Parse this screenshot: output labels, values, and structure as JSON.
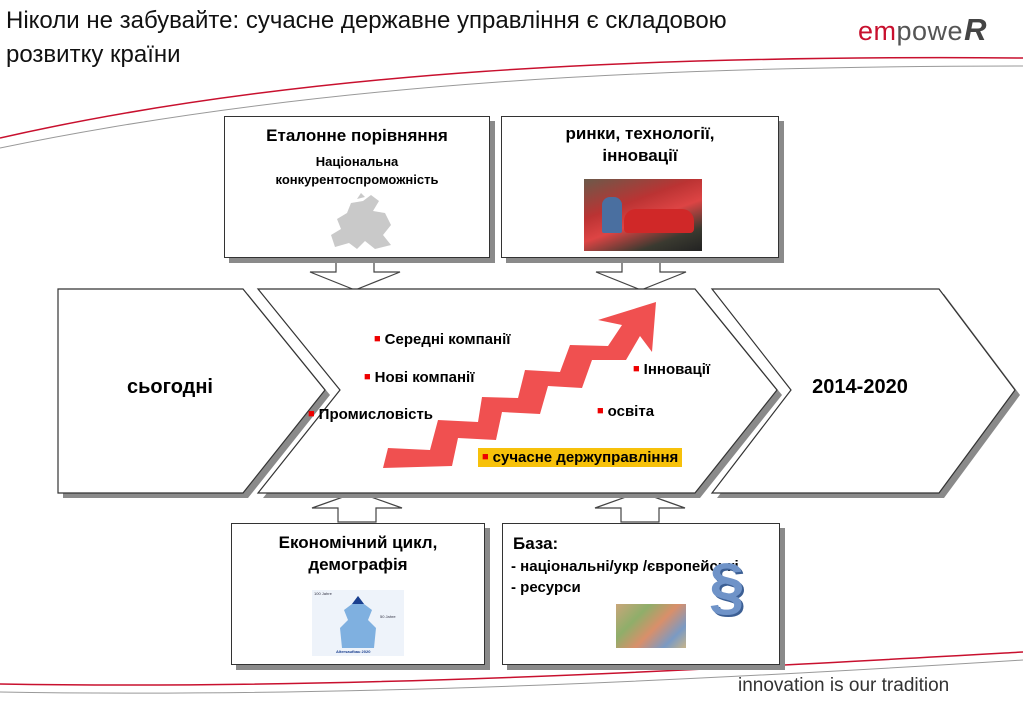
{
  "title": "Ніколи не забувайте: сучасне державне управління є складовою розвитку країни",
  "logo": {
    "em": "em",
    "power": "powe",
    "mark": "R"
  },
  "top_left": {
    "heading": "Еталонне порівняння",
    "sub": "Національна конкурентоспроможність",
    "icon": "europe-map-icon"
  },
  "top_right": {
    "heading": "ринки, технології, інновації",
    "icon": "car-factory-photo"
  },
  "left_arrow": {
    "label": "сьогодні"
  },
  "right_arrow": {
    "label": "2014-2020"
  },
  "center_items": [
    {
      "text": "Середні компанії"
    },
    {
      "text": "Нові компанії"
    },
    {
      "text": "Промисловість"
    },
    {
      "text": "Інновації"
    },
    {
      "text": "освіта"
    },
    {
      "text": "сучасне держуправління"
    }
  ],
  "bottom_left": {
    "heading": "Економічний цикл, демографія",
    "icon": "population-pyramid-icon",
    "pyramid_labels": [
      "100 Jahre",
      "50 Jahre",
      "Altersaufbau 2020"
    ]
  },
  "bottom_right": {
    "heading": "База:",
    "lines": [
      "- національні/укр /європейські",
      "- ресурси"
    ],
    "icons": [
      "banknotes-photo",
      "paragraph-icon"
    ]
  },
  "footer": "innovation is our tradition",
  "colors": {
    "accent_red": "#c8102e",
    "arrow_red": "#f05050",
    "highlight": "#f7c10a"
  }
}
